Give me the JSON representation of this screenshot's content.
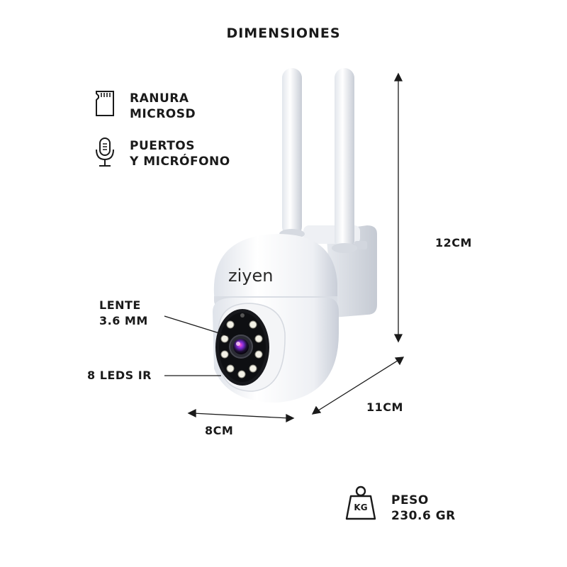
{
  "title": "DIMENSIONES",
  "features": [
    {
      "icon": "microsd-icon",
      "line1": "RANURA",
      "line2": "MICROSD"
    },
    {
      "icon": "microphone-icon",
      "line1": "PUERTOS",
      "line2": "Y MICRÓFONO"
    }
  ],
  "callouts": {
    "lens_line1": "LENTE",
    "lens_line2": "3.6 MM",
    "leds": "8 LEDS IR"
  },
  "brand": "ziyen",
  "dimensions": {
    "height": "12CM",
    "depth": "11CM",
    "width": "8CM"
  },
  "weight": {
    "icon_label": "KG",
    "line1": "PESO",
    "line2": "230.6 GR"
  }
}
